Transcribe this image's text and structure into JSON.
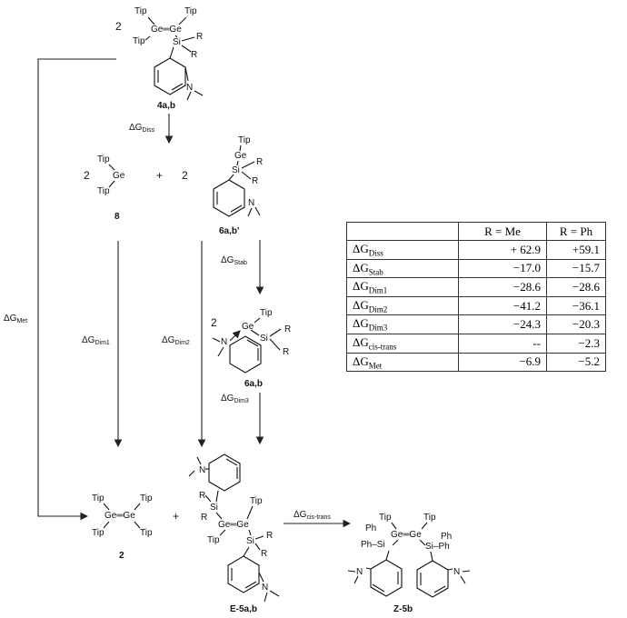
{
  "scheme": {
    "compound_4ab": {
      "label": "4a,b",
      "coef": "2",
      "atoms": [
        "Tip",
        "Tip",
        "Ge═Ge",
        "Tip",
        "Si",
        "R",
        "R",
        "N"
      ]
    },
    "compound_8": {
      "label": "8",
      "coef": "2",
      "atoms": [
        "Tip",
        "Ge",
        "Tip"
      ]
    },
    "compound_6abp": {
      "label": "6a,b'",
      "coef": "2",
      "atoms": [
        "Tip",
        "Ge",
        "Si",
        "R",
        "R",
        "N"
      ]
    },
    "compound_6ab": {
      "label": "6a,b",
      "coef": "2",
      "atoms": [
        "Tip",
        "Ge",
        "Si",
        "R",
        "R",
        "N"
      ]
    },
    "compound_2": {
      "label": "2",
      "atoms": [
        "Tip",
        "Tip",
        "Ge═Ge",
        "Tip",
        "Tip"
      ]
    },
    "compound_E5ab": {
      "label": "E-5a,b",
      "atoms": [
        "N",
        "R",
        "Si",
        "R",
        "Tip",
        "Ge═Ge",
        "Tip",
        "Si",
        "R",
        "R",
        "N"
      ]
    },
    "compound_Z5b": {
      "label": "Z-5b",
      "atoms": [
        "Tip",
        "Tip",
        "Ph",
        "Ge═Ge",
        "Ph",
        "Ph–Si",
        "Si–Ph",
        "N",
        "N"
      ]
    },
    "plus": "+",
    "arrows": {
      "diss": {
        "base": "ΔG",
        "sub": "Diss"
      },
      "stab": {
        "base": "ΔG",
        "sub": "Stab"
      },
      "dim1": {
        "base": "ΔG",
        "sub": "Dim1"
      },
      "dim2": {
        "base": "ΔG",
        "sub": "Dim2"
      },
      "dim3": {
        "base": "ΔG",
        "sub": "Dim3"
      },
      "met": {
        "base": "ΔG",
        "sub": "Met"
      },
      "cistrans": {
        "base": "ΔG",
        "sub": "cis-trans"
      }
    }
  },
  "table": {
    "headers": [
      "",
      "R = Me",
      "R = Ph"
    ],
    "rows": [
      {
        "base": "ΔG",
        "sub": "Diss",
        "me": "+ 62.9",
        "ph": "+59.1"
      },
      {
        "base": "ΔG",
        "sub": "Stab",
        "me": "−17.0",
        "ph": "−15.7"
      },
      {
        "base": "ΔG",
        "sub": "Dim1",
        "me": "−28.6",
        "ph": "−28.6"
      },
      {
        "base": "ΔG",
        "sub": "Dim2",
        "me": "−41.2",
        "ph": "−36.1"
      },
      {
        "base": "ΔG",
        "sub": "Dim3",
        "me": "−24.3",
        "ph": "−20.3"
      },
      {
        "base": "ΔG",
        "sub": "cis-trans",
        "me": "--",
        "ph": "−2.3"
      },
      {
        "base": "ΔG",
        "sub": "Met",
        "me": "−6.9",
        "ph": "−5.2"
      }
    ]
  }
}
